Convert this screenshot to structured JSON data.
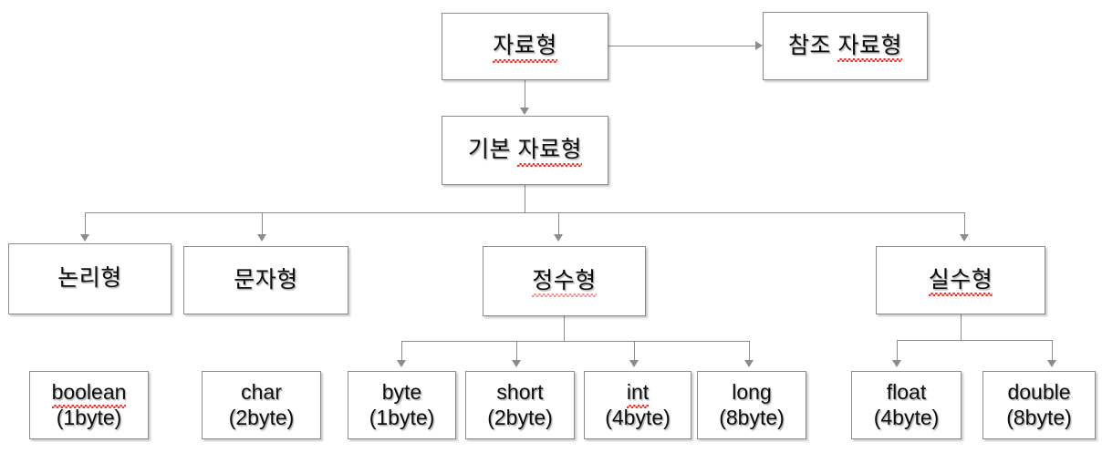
{
  "diagram": {
    "title": "Java data type hierarchy",
    "theme": {
      "box_border": "#8c8c8c",
      "connector": "#8c8c8c",
      "text": "#0d0d0d",
      "spellcheck_underline": "#e8221f",
      "background": "#ffffff"
    },
    "nodes": {
      "datatype": {
        "label": "자료형",
        "spellcheck": true
      },
      "reference_type": {
        "prefix": "참조 ",
        "label": "자료형",
        "spellcheck": true
      },
      "primitive_type": {
        "prefix": "기본 ",
        "label": "자료형",
        "spellcheck": true
      },
      "boolean_type": {
        "label": "논리형",
        "spellcheck": false
      },
      "char_type": {
        "label": "문자형",
        "spellcheck": false
      },
      "integer_type": {
        "label": "정수형",
        "spellcheck": true
      },
      "float_type": {
        "label": "실수형",
        "spellcheck": true
      },
      "boolean_leaf": {
        "name": "boolean",
        "size": "(1byte)",
        "spellcheck": true
      },
      "char_leaf": {
        "name": "char",
        "size": "(2byte)",
        "spellcheck": false
      },
      "byte_leaf": {
        "name": "byte",
        "size": "(1byte)",
        "spellcheck": false
      },
      "short_leaf": {
        "name": "short",
        "size": "(2byte)",
        "spellcheck": false
      },
      "int_leaf": {
        "name": "int",
        "size": "(4byte)",
        "spellcheck": true
      },
      "long_leaf": {
        "name": "long",
        "size": "(8byte)",
        "spellcheck": false
      },
      "float_leaf": {
        "name": "float",
        "size": "(4byte)",
        "spellcheck": false
      },
      "double_leaf": {
        "name": "double",
        "size": "(8byte)",
        "spellcheck": false
      }
    }
  }
}
